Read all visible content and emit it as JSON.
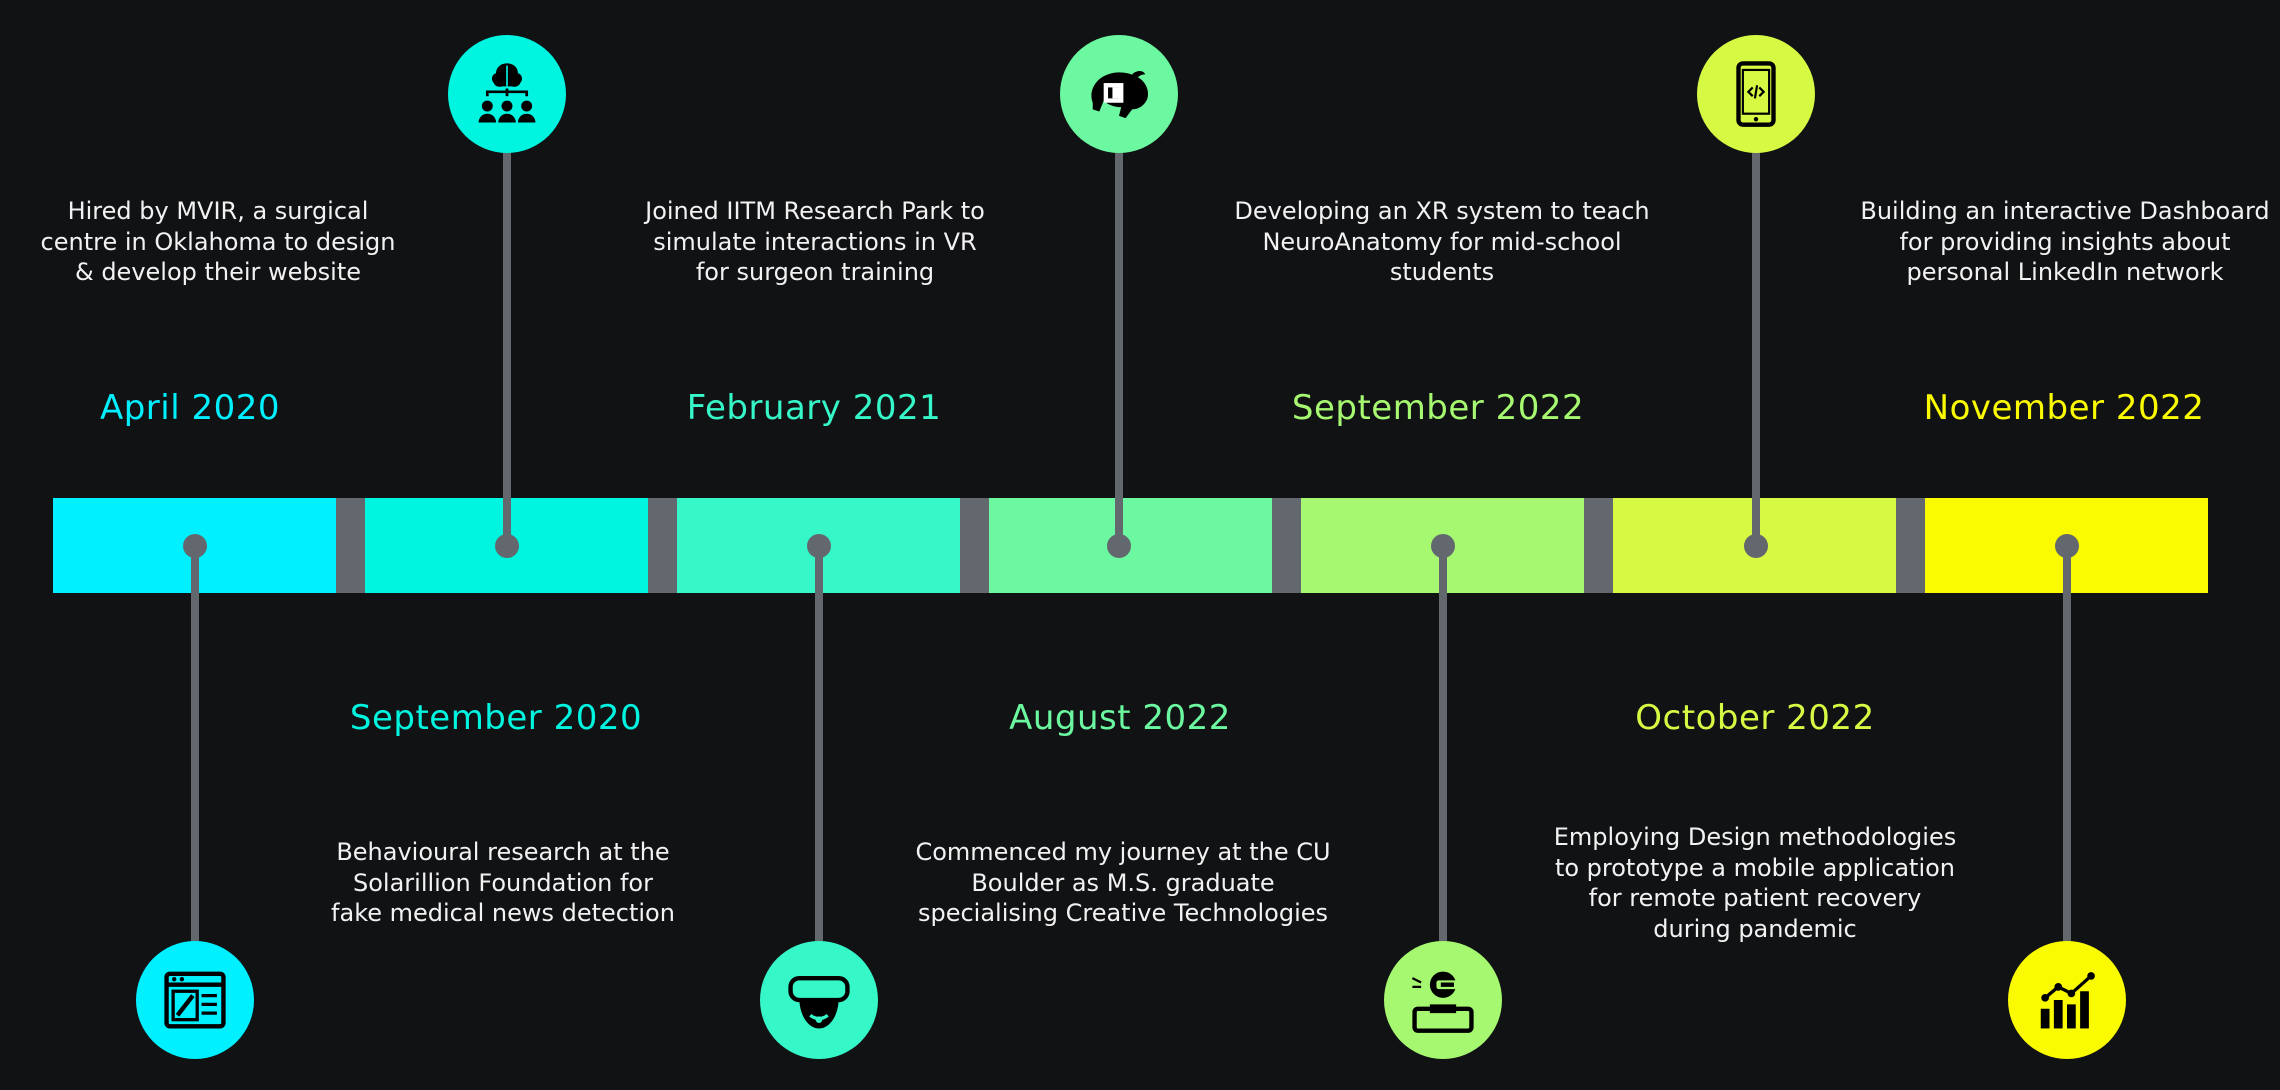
{
  "colors": {
    "background": "#111214",
    "connector": "#62686e",
    "stages": [
      "#00f0ff",
      "#00f5e0",
      "#36f7c8",
      "#6cf8a0",
      "#a6f870",
      "#d6fa44",
      "#fafa00"
    ]
  },
  "milestones": [
    {
      "date": "April 2020",
      "text_lines": [
        "Hired by MVIR, a surgical",
        "centre  in Oklahoma to design",
        "& develop their website"
      ],
      "icon": "web-design-icon"
    },
    {
      "date": "September 2020",
      "text_lines": [
        "Behavioural research at the",
        "Solarillion Foundation for",
        "fake medical news detection"
      ],
      "icon": "brain-group-research-icon"
    },
    {
      "date": "February 2021",
      "text_lines": [
        "Joined IITM Research Park to",
        "simulate interactions in VR",
        "for surgeon training"
      ],
      "icon": "vr-headset-icon"
    },
    {
      "date": "August 2022",
      "text_lines": [
        "Commenced my journey at the CU",
        "Boulder as M.S. graduate",
        "specialising Creative Technologies"
      ],
      "icon": "cu-buffalo-logo-icon"
    },
    {
      "date": "September 2022",
      "text_lines": [
        "Developing an XR system to teach",
        "NeuroAnatomy for mid-school",
        "students"
      ],
      "icon": "mobile-ar-icon"
    },
    {
      "date": "October 2022",
      "text_lines": [
        "Employing Design methodologies",
        "to prototype a mobile application",
        "for remote patient recovery",
        "during pandemic"
      ],
      "icon": "mobile-code-icon"
    },
    {
      "date": "November 2022",
      "text_lines": [
        "Building an interactive Dashboard",
        "for providing insights about",
        "personal LinkedIn network"
      ],
      "icon": "dashboard-chart-icon"
    }
  ]
}
